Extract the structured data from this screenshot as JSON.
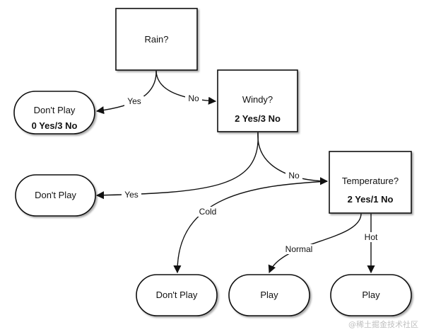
{
  "nodes": {
    "rain": {
      "label": "Rain?"
    },
    "windy": {
      "label": "Windy?",
      "counts": "2 Yes/3 No"
    },
    "temperature": {
      "label": "Temperature?",
      "counts": "2 Yes/1 No"
    },
    "dont_play_rain": {
      "label": "Don't Play",
      "counts": "0 Yes/3 No"
    },
    "dont_play_windy": {
      "label": "Don't Play"
    },
    "dont_play_cold": {
      "label": "Don't Play"
    },
    "play_normal": {
      "label": "Play"
    },
    "play_hot": {
      "label": "Play"
    }
  },
  "edges": {
    "rain_yes": {
      "label": "Yes"
    },
    "rain_no": {
      "label": "No"
    },
    "windy_yes": {
      "label": "Yes"
    },
    "windy_no": {
      "label": "No"
    },
    "temp_cold": {
      "label": "Cold"
    },
    "temp_normal": {
      "label": "Normal"
    },
    "temp_hot": {
      "label": "Hot"
    }
  },
  "watermark": "@稀土掘金技术社区"
}
